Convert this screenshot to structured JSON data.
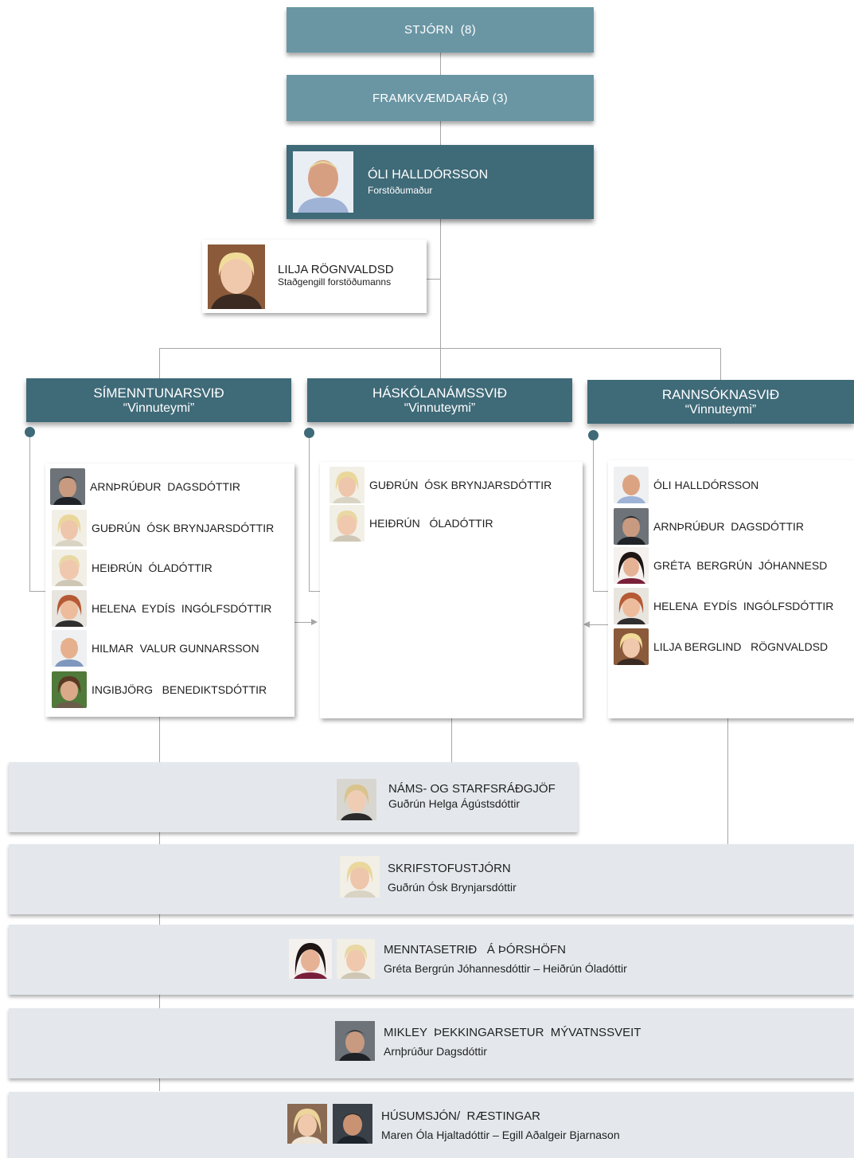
{
  "top": {
    "board_label": "STJÓRN  (8)",
    "exec_label": "FRAMKVÆMDARÁÐ (3)"
  },
  "director": {
    "name": "ÓLI HALLDÓRSSON",
    "role": "Forstöðumaður"
  },
  "deputy": {
    "name": "LILJA RÖGNVALDSD",
    "role": "Staðgengill forstöðumanns"
  },
  "divisions": [
    {
      "title": "SÍMENNTUNARSVIÐ",
      "subtitle": "“Vinnuteymi”",
      "members": [
        {
          "name": "ARNÞRÚÐUR  DAGSDÓTTIR",
          "photo": "woman-dark-hat"
        },
        {
          "name": "GUÐRÚN  ÓSK BRYNJARSDÓTTIR",
          "photo": "woman-blonde"
        },
        {
          "name": "HEIÐRÚN  ÓLADÓTTIR",
          "photo": "woman-blonde-short"
        },
        {
          "name": "HELENA  EYDÍS  INGÓLFSDÓTTIR",
          "photo": "woman-auburn"
        },
        {
          "name": "HILMAR  VALUR GUNNARSSON",
          "photo": "man-light"
        },
        {
          "name": "INGIBJÖRG   BENEDIKTSDÓTTIR",
          "photo": "woman-outdoor"
        }
      ]
    },
    {
      "title": "HÁSKÓLANÁMSSVIÐ",
      "subtitle": "“Vinnuteymi”",
      "members": [
        {
          "name": "GUÐRÚN  ÓSK BRYNJARSDÓTTIR",
          "photo": "woman-blonde"
        },
        {
          "name": "HEIÐRÚN   ÓLADÓTTIR",
          "photo": "woman-blonde-short"
        }
      ]
    },
    {
      "title": "RANNSÓKNASVIÐ",
      "subtitle": "“Vinnuteymi”",
      "members": [
        {
          "name": "ÓLI HALLDÓRSSON",
          "photo": "man-light"
        },
        {
          "name": "ARNÞRÚÐUR  DAGSDÓTTIR",
          "photo": "woman-dark-hat"
        },
        {
          "name": "GRÉTA  BERGRÚN  JÓHANNESD",
          "photo": "woman-dark-hair"
        },
        {
          "name": "HELENA  EYDÍS  INGÓLFSDÓTTIR",
          "photo": "woman-auburn"
        },
        {
          "name": "LILJA BERGLIND   RÖGNVALDSD",
          "photo": "woman-blonde"
        }
      ]
    }
  ],
  "bands": [
    {
      "title": "NÁMS- OG STARFSRÁÐGJÖF",
      "names": "Guðrún Helga Ágústsdóttir"
    },
    {
      "title": "SKRIFSTOFUSTJÓRN",
      "names": "Guðrún Ósk Brynjarsdóttir"
    },
    {
      "title": "MENNTASETRIÐ   Á ÞÓRSHÖFN",
      "names": "Gréta Bergrún Jóhannesdóttir – Heiðrún Óladóttir"
    },
    {
      "title": "MIKLEY  ÞEKKINGARSETUR  MÝVATNSSVEIT",
      "names": "Arnþrúður Dagsdóttir"
    },
    {
      "title": "HÚSUMSJÓN/  RÆSTINGAR",
      "names": "Maren Óla Hjaltadóttir – Egill Aðalgeir Bjarnason"
    }
  ],
  "colors": {
    "top_box": "#6a96a4",
    "header": "#3f6a78",
    "band": "#e4e8ec",
    "connector": "#a6a6a6"
  }
}
